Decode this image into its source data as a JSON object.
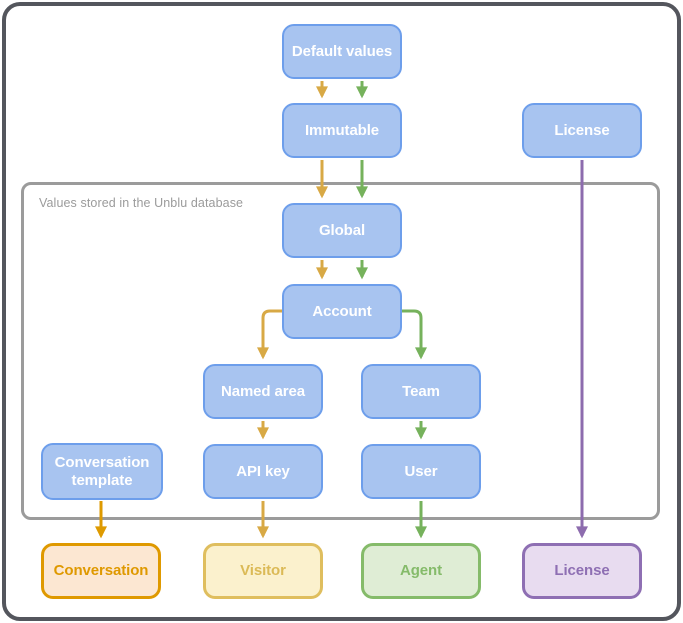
{
  "colors": {
    "outer_border": "#54565D",
    "inner_border": "#9B9B9B",
    "node_blue_fill": "#A8C4F0",
    "node_blue_border": "#6D9EEB",
    "node_blue_text": "#FFFFFF",
    "arrow_gold": "#D8A945",
    "arrow_green": "#76B25C",
    "arrow_orange": "#DE9A00",
    "arrow_purple": "#8D6CAE",
    "conversation_border": "#DF9900",
    "conversation_fill": "#FCE7D2",
    "visitor_border": "#DFBE5E",
    "visitor_fill": "#FBF1CD",
    "visitor_text": "#DBBA56",
    "agent_border": "#85BB6A",
    "agent_fill": "#DFEDD5",
    "license_border": "#8E6FB3",
    "license_fill": "#E8DCF0"
  },
  "diagram": {
    "inner_container_label": "Values stored in the Unblu database",
    "nodes": {
      "default_values": {
        "label": "Default values"
      },
      "immutable": {
        "label": "Immutable"
      },
      "license_top": {
        "label": "License"
      },
      "global": {
        "label": "Global"
      },
      "account": {
        "label": "Account"
      },
      "named_area": {
        "label": "Named area"
      },
      "team": {
        "label": "Team"
      },
      "conversation_template": {
        "label": "Conversation template"
      },
      "api_key": {
        "label": "API key"
      },
      "user": {
        "label": "User"
      },
      "conversation": {
        "label": "Conversation"
      },
      "visitor": {
        "label": "Visitor"
      },
      "agent": {
        "label": "Agent"
      },
      "license_bottom": {
        "label": "License"
      }
    },
    "edges": [
      {
        "from": "default_values",
        "to": "immutable",
        "color": "gold"
      },
      {
        "from": "default_values",
        "to": "immutable",
        "color": "green"
      },
      {
        "from": "immutable",
        "to": "global",
        "color": "gold"
      },
      {
        "from": "immutable",
        "to": "global",
        "color": "green"
      },
      {
        "from": "global",
        "to": "account",
        "color": "gold"
      },
      {
        "from": "global",
        "to": "account",
        "color": "green"
      },
      {
        "from": "account",
        "to": "named_area",
        "color": "gold"
      },
      {
        "from": "account",
        "to": "team",
        "color": "green"
      },
      {
        "from": "named_area",
        "to": "api_key",
        "color": "gold"
      },
      {
        "from": "team",
        "to": "user",
        "color": "green"
      },
      {
        "from": "api_key",
        "to": "visitor",
        "color": "gold"
      },
      {
        "from": "user",
        "to": "agent",
        "color": "green"
      },
      {
        "from": "conversation_template",
        "to": "conversation",
        "color": "orange"
      },
      {
        "from": "license_top",
        "to": "license_bottom",
        "color": "purple"
      }
    ]
  }
}
